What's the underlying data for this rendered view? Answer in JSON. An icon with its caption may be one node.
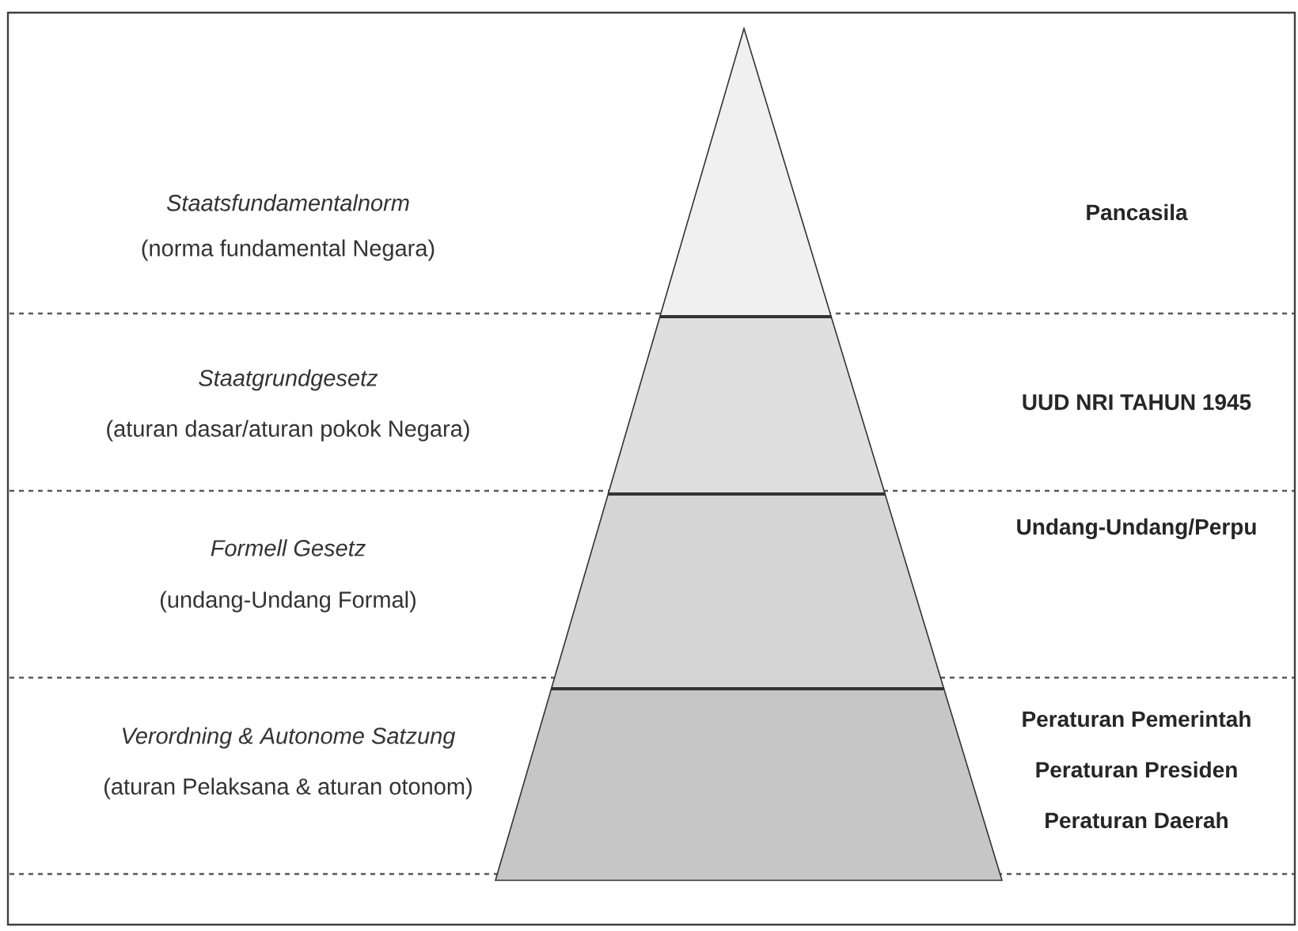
{
  "diagram": {
    "nodes": [
      {
        "text": [],
        "shape": "triangle"
      },
      {
        "text": [],
        "shape": "trapezoid"
      },
      {
        "text": [],
        "shape": "trapezoid"
      },
      {
        "text": [],
        "shape": "trapezoid"
      }
    ],
    "labels": [
      "Staatsfundamentalnorm",
      "(norma fundamental Negara)",
      "Pancasila",
      "Staatgrundgesetz",
      "(aturan dasar/aturan pokok Negara)",
      "UUD NRI TAHUN 1945",
      "Formell Gesetz",
      "(undang-Undang Formal)",
      "Undang-Undang/Perpu",
      "Verordning & Autonome Satzung",
      "(aturan Pelaksana & aturan otonom)",
      "Peraturan Pemerintah",
      "Peraturan Presiden",
      "Peraturan Daerah"
    ]
  }
}
